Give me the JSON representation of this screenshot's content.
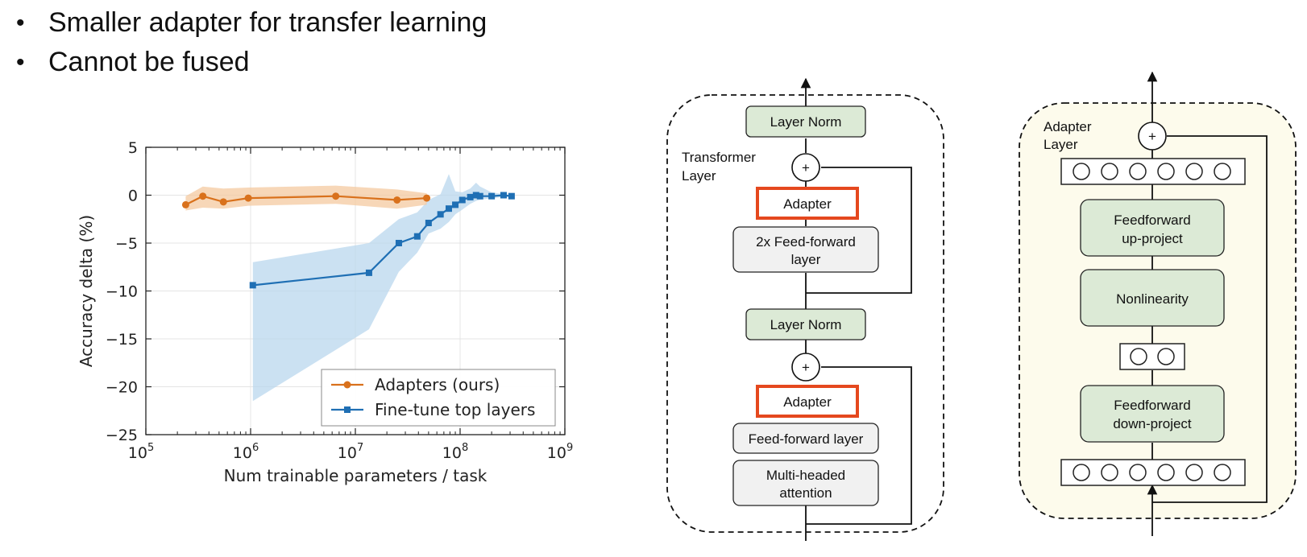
{
  "bullets": [
    "Smaller adapter for transfer learning",
    "Cannot be fused"
  ],
  "chart_data": {
    "type": "line",
    "xlabel": "Num trainable parameters / task",
    "ylabel": "Accuracy delta (%)",
    "x_scale": "log",
    "xlim": [
      100000,
      1000000000
    ],
    "ylim": [
      -25,
      5
    ],
    "x_ticks": [
      {
        "value": 100000,
        "base": "10",
        "exp": "5"
      },
      {
        "value": 1000000,
        "base": "10",
        "exp": "6"
      },
      {
        "value": 10000000,
        "base": "10",
        "exp": "7"
      },
      {
        "value": 100000000,
        "base": "10",
        "exp": "8"
      },
      {
        "value": 1000000000,
        "base": "10",
        "exp": "9"
      }
    ],
    "y_ticks": [
      {
        "value": 5,
        "label": "5"
      },
      {
        "value": 0,
        "label": "0"
      },
      {
        "value": -5,
        "label": "−5"
      },
      {
        "value": -10,
        "label": "−10"
      },
      {
        "value": -15,
        "label": "−15"
      },
      {
        "value": -20,
        "label": "−20"
      },
      {
        "value": -25,
        "label": "−25"
      }
    ],
    "grid": true,
    "legend_position": "bottom-right",
    "series": [
      {
        "name": "Adapters (ours)",
        "color": "#d9711c",
        "band_color": "#f4c9a0",
        "marker": "circle",
        "x": [
          240000,
          350000,
          550000,
          950000,
          6500000,
          25000000,
          48000000
        ],
        "y": [
          -1.0,
          -0.1,
          -0.7,
          -0.3,
          -0.1,
          -0.5,
          -0.3
        ],
        "band_upper": [
          -0.1,
          0.9,
          0.7,
          0.8,
          1.0,
          0.6,
          0.2
        ],
        "band_lower": [
          -1.6,
          -1.3,
          -1.4,
          -1.1,
          -0.9,
          -1.4,
          -1.0
        ]
      },
      {
        "name": "Fine-tune top layers",
        "color": "#1f6fb4",
        "band_color": "#b9d7ee",
        "marker": "square",
        "x": [
          1050000,
          13500000,
          26000000,
          39000000,
          50000000,
          65000000,
          78000000,
          90000000,
          105000000,
          125000000,
          142000000,
          155000000,
          200000000,
          260000000,
          310000000
        ],
        "y": [
          -9.4,
          -8.1,
          -5.0,
          -4.3,
          -2.9,
          -2.0,
          -1.4,
          -1.0,
          -0.5,
          -0.2,
          0.0,
          -0.1,
          -0.1,
          0.0,
          -0.1
        ],
        "band_upper": [
          -7.0,
          -5.0,
          -2.5,
          -1.8,
          -0.5,
          0.1,
          2.2,
          0.4,
          0.3,
          0.7,
          1.3,
          0.9,
          0.3,
          0.1,
          0.0
        ],
        "band_lower": [
          -21.5,
          -14.0,
          -8.0,
          -6.0,
          -4.0,
          -3.5,
          -2.8,
          -2.0,
          -1.5,
          -0.9,
          -0.6,
          -0.5,
          -0.3,
          -0.2,
          -0.2
        ]
      }
    ]
  },
  "transformer_diagram": {
    "title_line1": "Transformer",
    "title_line2": "Layer",
    "layer_norm_top": "Layer Norm",
    "adapter_top": "Adapter",
    "ffn2x_line1": "2x Feed-forward",
    "ffn2x_line2": "layer",
    "layer_norm_bottom": "Layer Norm",
    "adapter_bottom": "Adapter",
    "ffn": "Feed-forward layer",
    "mha_line1": "Multi-headed",
    "mha_line2": "attention",
    "plus": "+"
  },
  "adapter_diagram": {
    "title_line1": "Adapter",
    "title_line2": "Layer",
    "up_line1": "Feedforward",
    "up_line2": "up-project",
    "nonlinearity": "Nonlinearity",
    "down_line1": "Feedforward",
    "down_line2": "down-project",
    "plus": "+"
  },
  "colors": {
    "green_box": "#dcead6",
    "gray_box": "#f1f1f1",
    "adapter_highlight": "#e5481e",
    "adapter_bg": "#fdfbec"
  }
}
